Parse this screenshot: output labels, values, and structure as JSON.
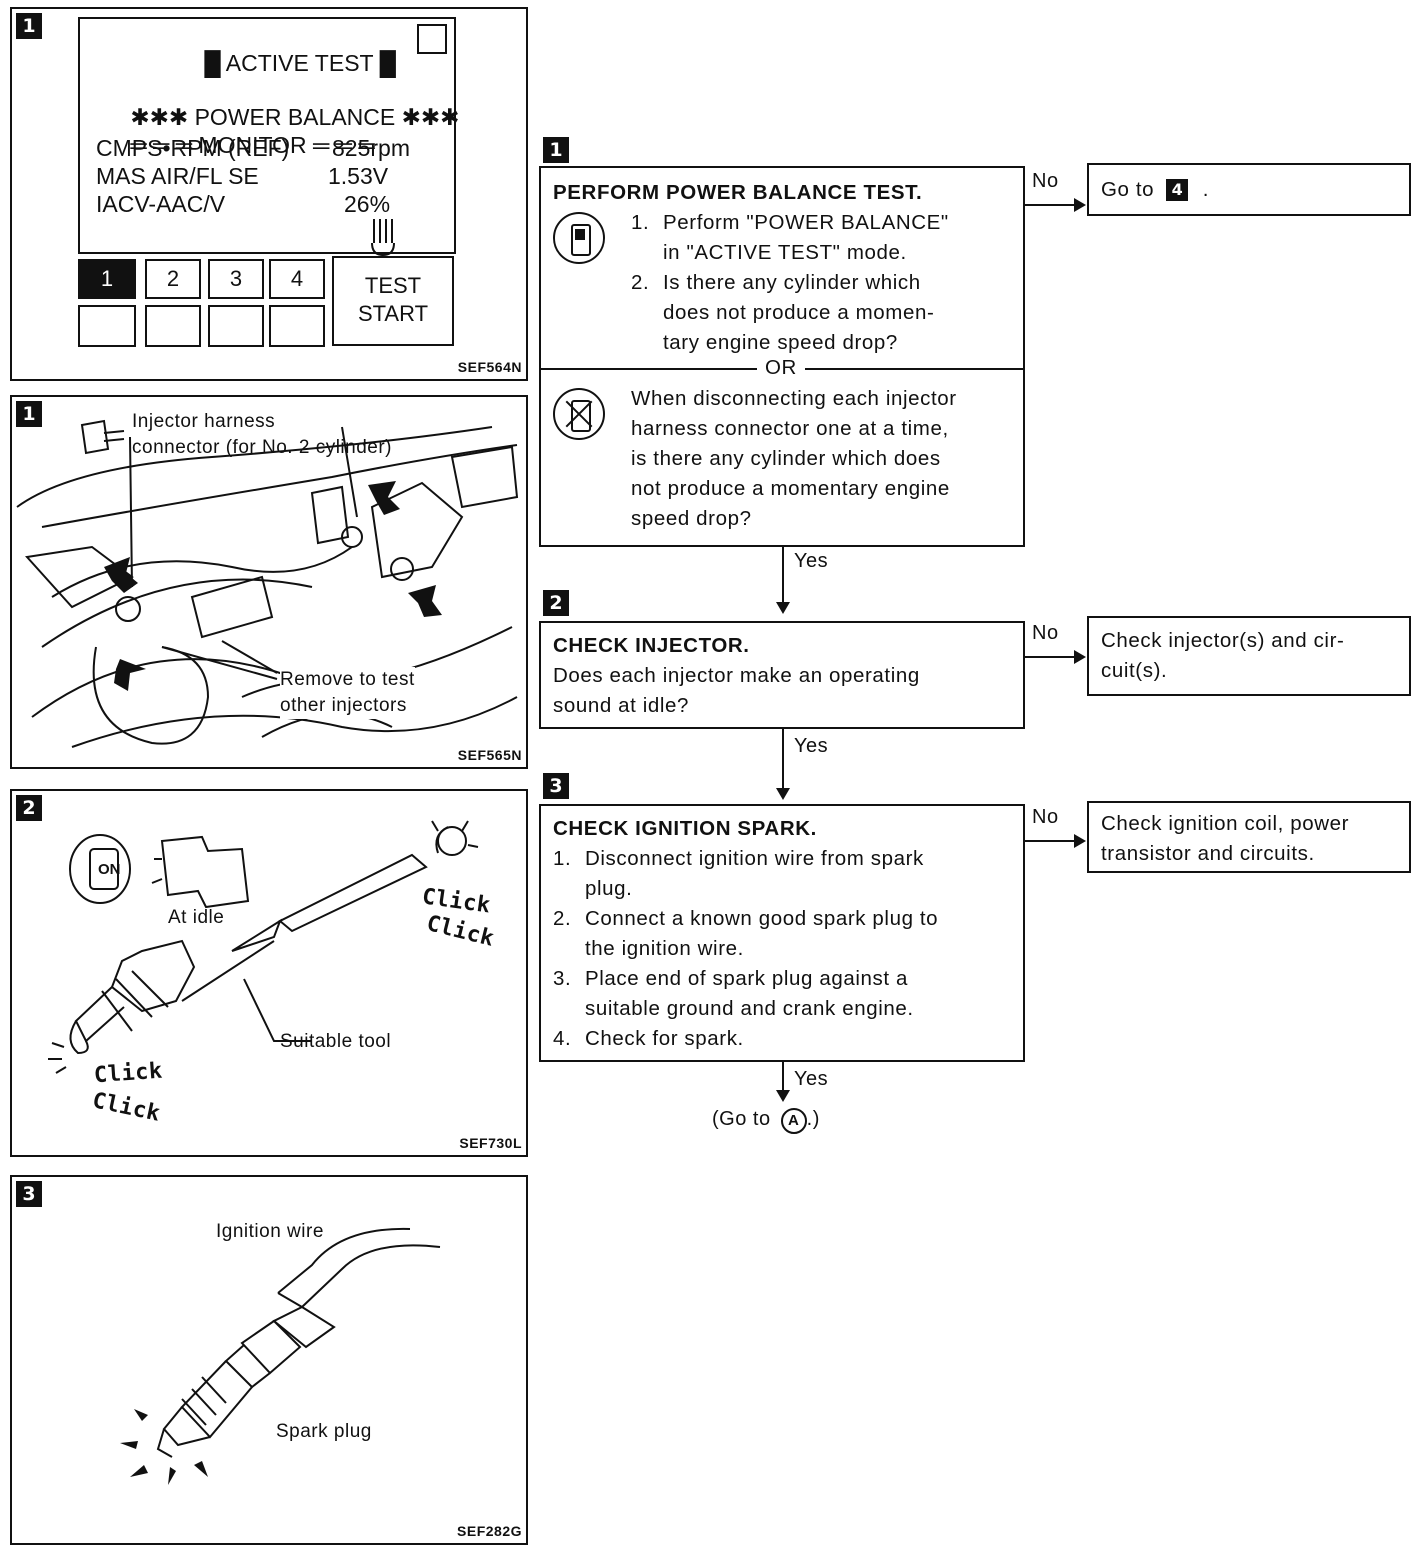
{
  "panel1": {
    "badge": "1",
    "header": "ACTIVE TEST",
    "line_power": "POWER BALANCE",
    "line_monitor": "MONITOR",
    "rows": [
      {
        "label": "CMPS•RPM (REF)",
        "value": "825rpm"
      },
      {
        "label": "MAS AIR/FL SE",
        "value": "1.53V"
      },
      {
        "label": "IACV-AAC/V",
        "value": "26%"
      }
    ],
    "keys": [
      "1",
      "2",
      "3",
      "4"
    ],
    "test_start": [
      "TEST",
      "START"
    ],
    "code": "SEF564N"
  },
  "panel2": {
    "badge": "1",
    "label_connector": [
      "Injector harness",
      "connector (for No. 2 cylinder)"
    ],
    "label_remove": [
      "Remove to test",
      "other injectors"
    ],
    "code": "SEF565N"
  },
  "panel3": {
    "badge": "2",
    "on_label": "ON",
    "idle_label": "At idle",
    "click_label": "Click",
    "tool_label": "Suitable tool",
    "code": "SEF730L"
  },
  "panel4": {
    "badge": "3",
    "wire_label": "Ignition wire",
    "plug_label": "Spark plug",
    "code": "SEF282G"
  },
  "flow": {
    "step1": {
      "badge": "1",
      "title": "PERFORM POWER BALANCE TEST.",
      "items": [
        {
          "n": "1.",
          "lines": [
            "Perform \"POWER BALANCE\"",
            "in \"ACTIVE TEST\" mode."
          ]
        },
        {
          "n": "2.",
          "lines": [
            "Is there any cylinder which",
            "does not produce a momen-",
            "tary engine speed drop?"
          ]
        }
      ],
      "or": "OR",
      "alt_lines": [
        "When disconnecting each injector",
        "harness connector one at a time,",
        "is there any cylinder which does",
        "not produce a momentary engine",
        "speed drop?"
      ],
      "no_label": "No",
      "no_text": "Go to",
      "no_badge": "4",
      "no_tail": "."
    },
    "yes1": "Yes",
    "step2": {
      "badge": "2",
      "title": "CHECK INJECTOR.",
      "lines": [
        "Does each injector make an operating",
        "sound at idle?"
      ],
      "no_label": "No",
      "no_lines": [
        "Check injector(s) and cir-",
        "cuit(s)."
      ]
    },
    "yes2": "Yes",
    "step3": {
      "badge": "3",
      "title": "CHECK IGNITION SPARK.",
      "items": [
        {
          "n": "1.",
          "lines": [
            "Disconnect ignition wire from spark",
            "plug."
          ]
        },
        {
          "n": "2.",
          "lines": [
            "Connect a known good spark plug to",
            "the ignition wire."
          ]
        },
        {
          "n": "3.",
          "lines": [
            "Place end of spark plug against a",
            "suitable ground and crank engine."
          ]
        },
        {
          "n": "4.",
          "lines": [
            "Check for spark."
          ]
        }
      ],
      "no_label": "No",
      "no_lines": [
        "Check ignition coil, power",
        "transistor and circuits."
      ]
    },
    "yes3": "Yes",
    "goto": "(Go to",
    "goto_circle": "A",
    "goto_tail": ".)"
  }
}
